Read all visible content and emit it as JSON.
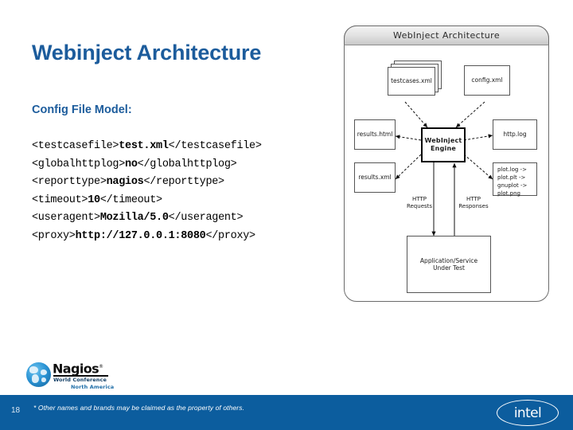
{
  "slide": {
    "title": "Webinject Architecture",
    "section_label": "Config File Model:",
    "page_number": "18",
    "footer_note": "* Other names and brands may be claimed as the property of others.",
    "colors": {
      "title_blue": "#1c5c9c",
      "footer_blue": "#0c5d9e",
      "diagram_border": "#6b6b6b",
      "node_border": "#555555"
    }
  },
  "config_code": {
    "lines": [
      {
        "open": "<testcasefile>",
        "value": "test.xml",
        "close": "</testcasefile>"
      },
      {
        "open": "<globalhttplog>",
        "value": "no",
        "close": "</globalhttplog>"
      },
      {
        "open": "<reporttype>",
        "value": "nagios",
        "close": "</reporttype>"
      },
      {
        "open": "<timeout>",
        "value": "10",
        "close": "</timeout>"
      },
      {
        "open": "<useragent>",
        "value": "Mozilla/5.0",
        "close": "</useragent>"
      },
      {
        "open": "<proxy>",
        "value": "http://127.0.0.1:8080",
        "close": "</proxy>"
      }
    ]
  },
  "diagram": {
    "header_title": "WebInject Architecture",
    "nodes": {
      "testcases": "testcases.xml",
      "config": "config.xml",
      "results_html": "results.html",
      "results_xml": "results.xml",
      "http_log": "http.log",
      "engine_line1": "WebInject",
      "engine_line2": "Engine",
      "plot_lines": [
        "plot.log ->",
        "plot.plt ->",
        "gnuplot ->",
        "plot.png"
      ],
      "aut_line1": "Application/Service",
      "aut_line2": "Under Test"
    },
    "edge_labels": {
      "http_requests_line1": "HTTP",
      "http_requests_line2": "Requests",
      "http_responses_line1": "HTTP",
      "http_responses_line2": "Responses"
    }
  },
  "nagios_logo": {
    "wordmark": "Nagios",
    "trademark": "®",
    "sub1": "World Conference",
    "sub2": "North America"
  },
  "intel_logo": {
    "wordmark": "intel"
  }
}
